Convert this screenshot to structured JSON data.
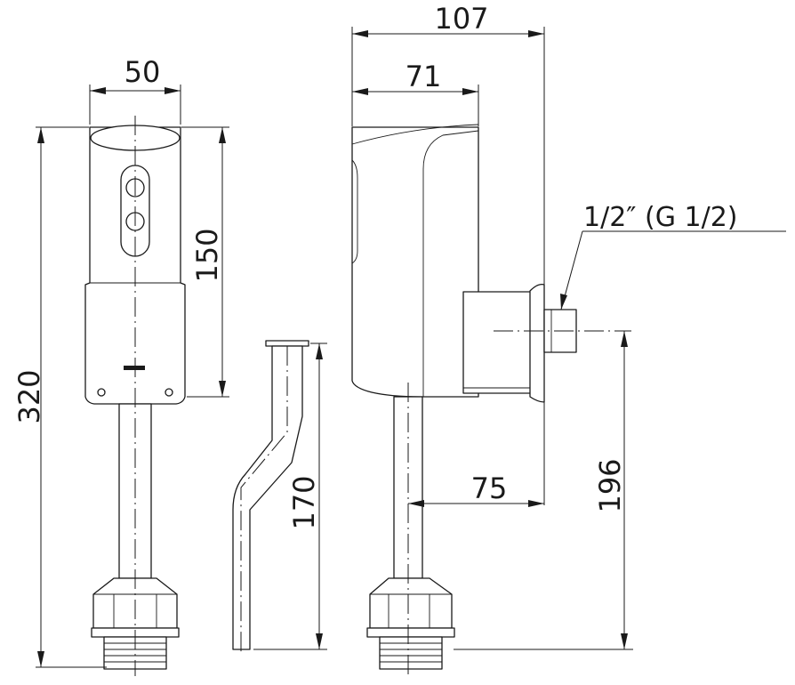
{
  "dimensions": {
    "width_front": "50",
    "height_total": "320",
    "height_body": "150",
    "pipe_height": "170",
    "depth_total": "107",
    "depth_body": "71",
    "inlet_offset": "75",
    "inlet_height": "196"
  },
  "callouts": {
    "inlet_thread": "1/2″ (G 1/2)"
  }
}
